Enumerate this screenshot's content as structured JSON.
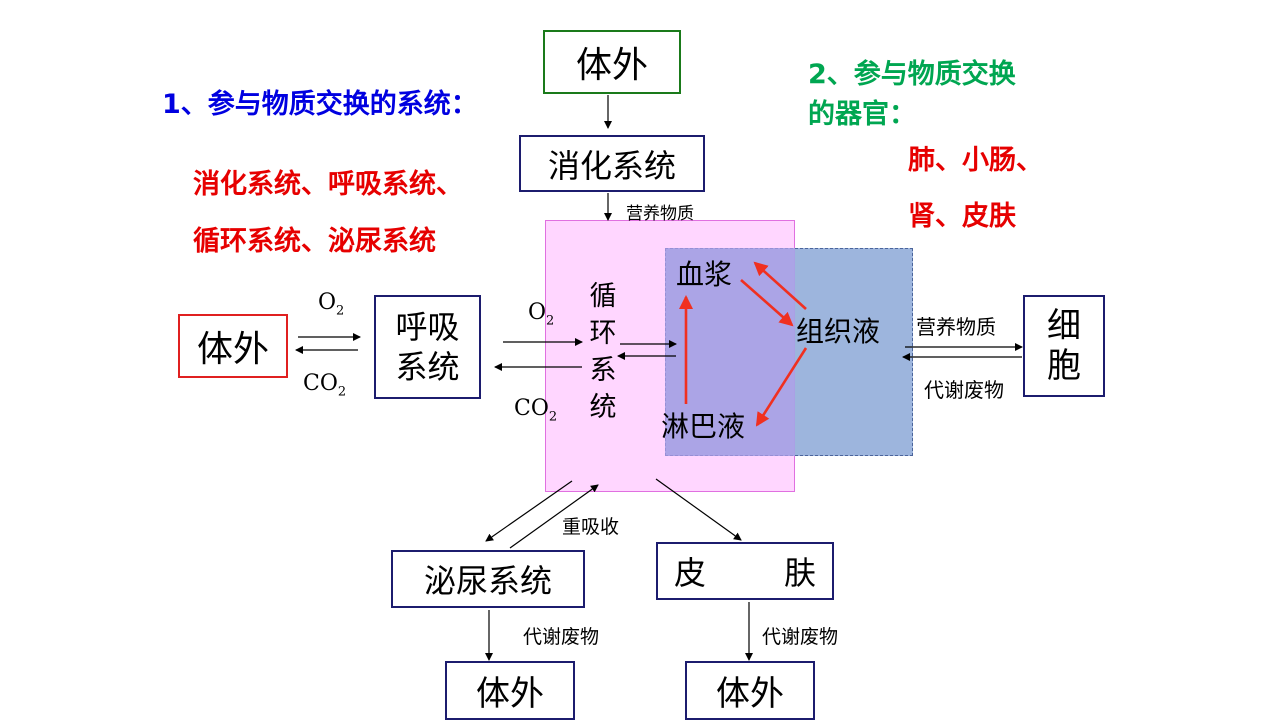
{
  "systems_section": {
    "heading": "1、参与物质交换的系统：",
    "line1": "消化系统、呼吸系统、",
    "line2": "循环系统、泌尿系统"
  },
  "organs_section": {
    "heading_line1": "2、参与物质交换",
    "heading_line2": "的器官：",
    "line1": "肺、小肠、",
    "line2": "肾、皮肤"
  },
  "boxes": {
    "outside_top": "体外",
    "digestive": "消化系统",
    "outside_left": "体外",
    "respiratory_line1": "呼吸",
    "respiratory_line2": "系统",
    "circulatory_chars": [
      "循",
      "环",
      "系",
      "统"
    ],
    "plasma": "血浆",
    "tissue_fluid": "组织液",
    "lymph": "淋巴液",
    "cell_line1": "细",
    "cell_line2": "胞",
    "urinary": "泌尿系统",
    "skin_char1": "皮",
    "skin_char2": "肤",
    "outside_bottom_left": "体外",
    "outside_bottom_right": "体外"
  },
  "labels": {
    "nutrients_top": "营养物质",
    "nutrients_right": "营养物质",
    "waste_right": "代谢废物",
    "reabsorption": "重吸收",
    "waste_urinary": "代谢废物",
    "waste_skin": "代谢废物",
    "o2_left": {
      "base": "O",
      "sub": "2"
    },
    "co2_left": {
      "base": "CO",
      "sub": "2"
    },
    "o2_mid": {
      "base": "O",
      "sub": "2"
    },
    "co2_mid": {
      "base": "CO",
      "sub": "2"
    }
  },
  "colors": {
    "blue_heading": "#0000e0",
    "green_heading": "#00a651",
    "red_text": "#e60000",
    "navy_border": "#1c1c6e",
    "green_border": "#1a7a1a",
    "red_border": "#e02020",
    "circulation_fill": "#ffd6ff",
    "circulation_border": "#e070e0",
    "fluid_fill": "#8da9d8",
    "fluid_border": "#2c4a8a"
  }
}
